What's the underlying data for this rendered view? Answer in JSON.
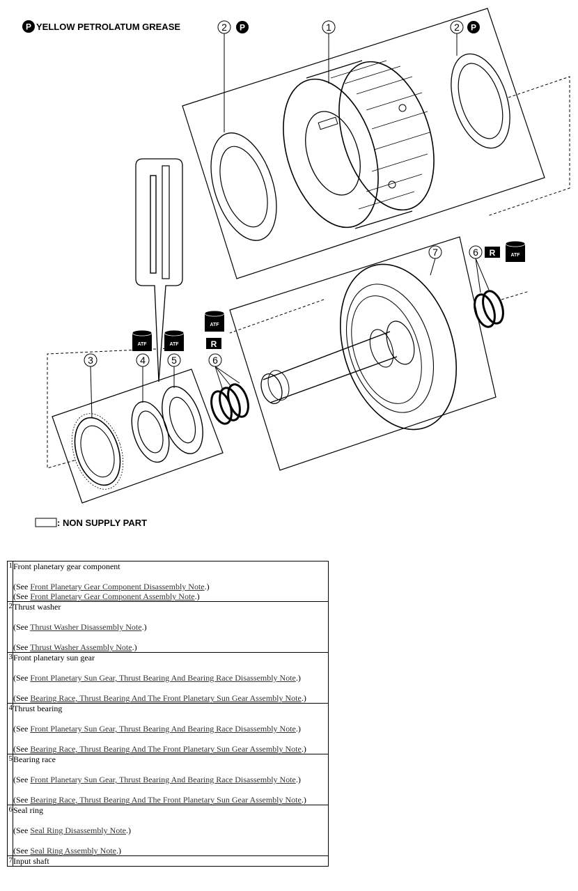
{
  "legend": {
    "symbol": "P",
    "text": "YELLOW PETROLATUM GREASE",
    "non_supply": ": NON SUPPLY PART"
  },
  "badges": {
    "atf": "ATF",
    "replace": "R",
    "grease": "P"
  },
  "callouts": [
    "1",
    "2",
    "2",
    "3",
    "4",
    "5",
    "6",
    "6",
    "7"
  ],
  "parts": [
    {
      "no": "1",
      "name": "Front planetary gear component",
      "notes": [
        {
          "pre": "(See ",
          "link": "Front Planetary Gear Component Disassembly Note",
          "post": ".)"
        },
        {
          "pre": "(See ",
          "link": "Front Planetary Gear Component Assembly Note",
          "post": ".)"
        }
      ]
    },
    {
      "no": "2",
      "name": "Thrust washer",
      "notes": [
        {
          "pre": "(See ",
          "link": "Thrust Washer Disassembly Note",
          "post": ".)"
        },
        {
          "pre": "(See ",
          "link": "Thrust Washer Assembly Note",
          "post": ".)"
        }
      ]
    },
    {
      "no": "3",
      "name": "Front planetary sun gear",
      "notes": [
        {
          "pre": "(See ",
          "link": "Front Planetary Sun Gear, Thrust Bearing And Bearing Race Disassembly Note",
          "post": ".)"
        },
        {
          "pre": "(See ",
          "link": "Bearing Race, Thrust Bearing And The Front Planetary Sun Gear Assembly Note",
          "post": ".)"
        }
      ]
    },
    {
      "no": "4",
      "name": "Thrust bearing",
      "notes": [
        {
          "pre": "(See ",
          "link": "Front Planetary Sun Gear, Thrust Bearing And Bearing Race Disassembly Note",
          "post": ".)"
        },
        {
          "pre": "(See ",
          "link": "Bearing Race, Thrust Bearing And The Front Planetary Sun Gear Assembly Note",
          "post": ".)"
        }
      ]
    },
    {
      "no": "5",
      "name": "Bearing race",
      "notes": [
        {
          "pre": "(See ",
          "link": "Front Planetary Sun Gear, Thrust Bearing And Bearing Race Disassembly Note",
          "post": ".)"
        },
        {
          "pre": "(See ",
          "link": "Bearing Race, Thrust Bearing And The Front Planetary Sun Gear Assembly Note",
          "post": ".)"
        }
      ]
    },
    {
      "no": "6",
      "name": "Seal ring",
      "notes": [
        {
          "pre": "(See ",
          "link": "Seal Ring Disassembly Note",
          "post": ".)"
        },
        {
          "pre": "(See ",
          "link": "Seal Ring Assembly Note",
          "post": ".)"
        }
      ]
    },
    {
      "no": "7",
      "name": "Input shaft",
      "notes": []
    }
  ]
}
